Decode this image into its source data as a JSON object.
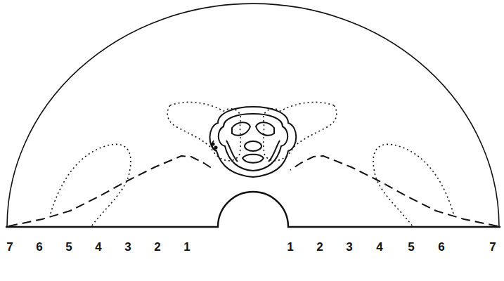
{
  "diagram": {
    "labels": [
      "7",
      "6",
      "5",
      "4",
      "3",
      "2",
      "1",
      "1",
      "2",
      "3",
      "4",
      "5",
      "6",
      "7"
    ]
  }
}
